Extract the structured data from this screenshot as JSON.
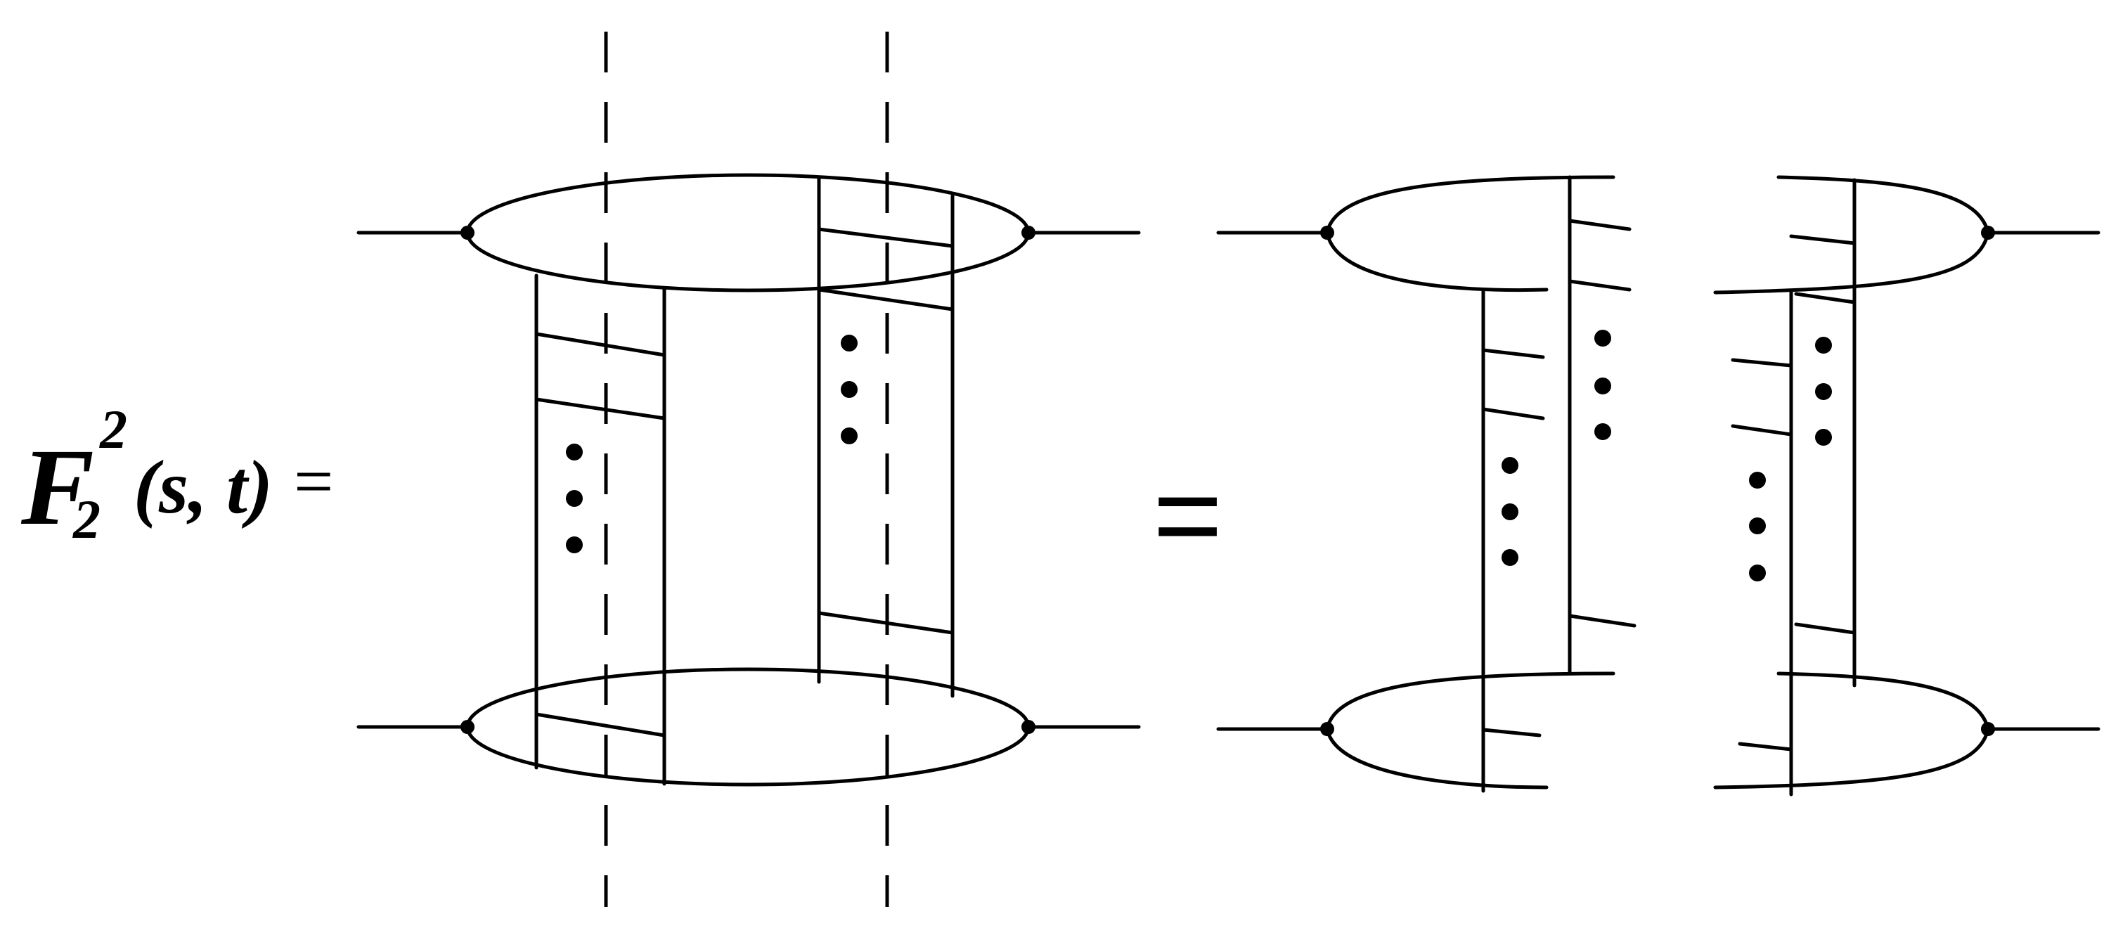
{
  "formula": {
    "function": "F",
    "subscript": "2",
    "superscript": "2",
    "arguments": "(s, t)",
    "equals": "="
  },
  "middle_equals": "="
}
